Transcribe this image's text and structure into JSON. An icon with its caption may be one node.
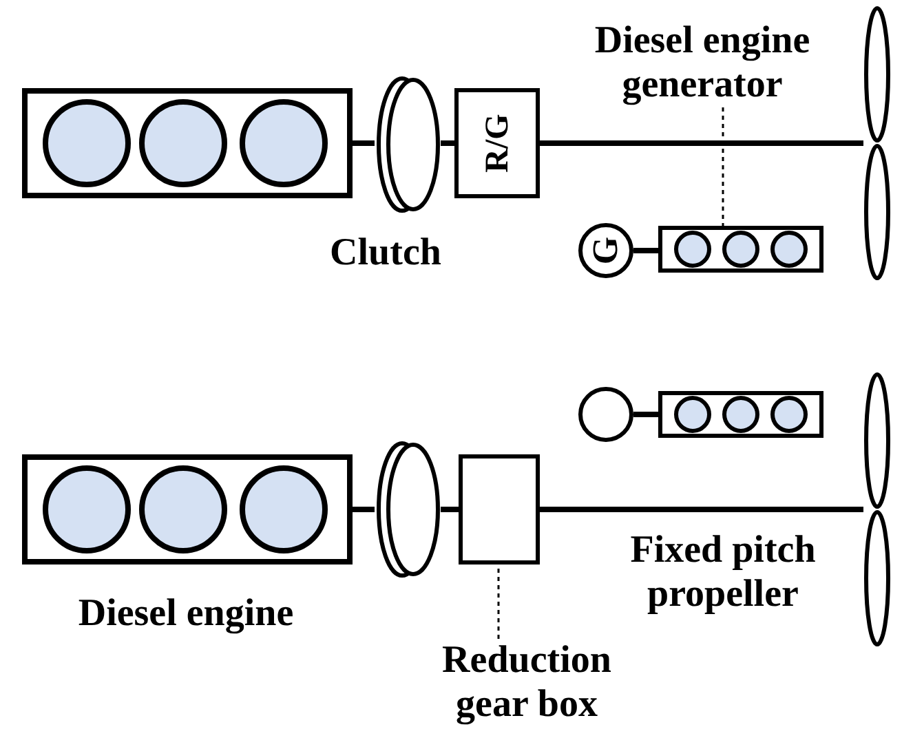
{
  "diagram": {
    "nodes": [
      {
        "text": [],
        "shape": "box"
      },
      {
        "text": [],
        "shape": "clutch",
        "beside": [
          "Clutch"
        ]
      },
      {
        "text": [
          "R/G"
        ]
      },
      {
        "text": [],
        "shape": "propeller"
      },
      {
        "text": [
          "G"
        ]
      },
      {
        "text": [],
        "shape": "box"
      },
      {
        "text": [
          "Diesel engine generator"
        ]
      },
      {
        "text": [],
        "shape": "circle"
      },
      {
        "text": [],
        "shape": "box"
      },
      {
        "text": [],
        "shape": "box",
        "beside": [
          "Diesel engine"
        ]
      },
      {
        "text": [],
        "shape": "clutch"
      },
      {
        "text": [],
        "shape": "box"
      },
      {
        "text": [],
        "shape": "propeller",
        "beside": [
          "Fixed pitch propeller"
        ]
      },
      {
        "text": [
          "Reduction gear box"
        ]
      }
    ],
    "edges": [
      {
        "from": 0,
        "to": 1,
        "arrow": "none"
      },
      {
        "from": 1,
        "to": 2,
        "arrow": "none"
      },
      {
        "from": 2,
        "to": 3,
        "arrow": "none"
      },
      {
        "from": 4,
        "to": 5,
        "arrow": "none"
      },
      {
        "from": 6,
        "to": 5,
        "arrow": "none",
        "style": "dashed"
      },
      {
        "from": 7,
        "to": 8,
        "arrow": "none"
      },
      {
        "from": 9,
        "to": 10,
        "arrow": "none"
      },
      {
        "from": 10,
        "to": 11,
        "arrow": "none"
      },
      {
        "from": 11,
        "to": 12,
        "arrow": "none"
      },
      {
        "from": 13,
        "to": 11,
        "arrow": "none",
        "style": "dashed"
      }
    ]
  }
}
